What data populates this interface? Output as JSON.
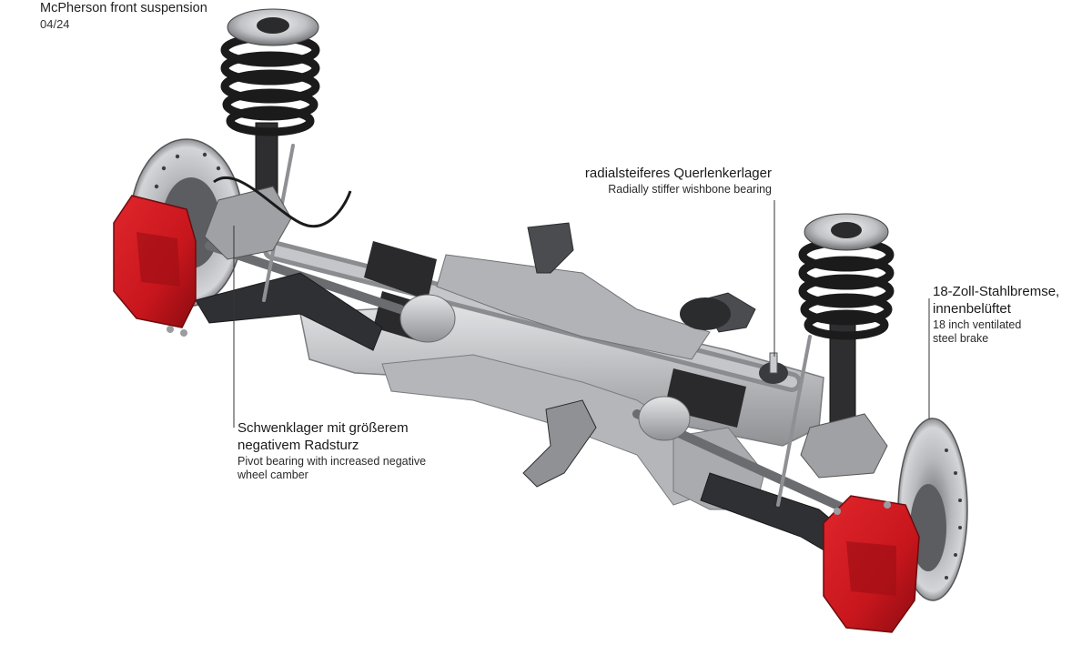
{
  "header": {
    "title": "McPherson front suspension",
    "date": "04/24"
  },
  "callouts": {
    "wishbone_bearing": {
      "de": "radialsteiferes Querlenkerlager",
      "en": "Radially stiffer wishbone bearing"
    },
    "brake": {
      "de_line1": "18-Zoll-Stahlbremse,",
      "de_line2": "innenbelüftet",
      "en_line1": "18 inch ventilated",
      "en_line2": "steel brake"
    },
    "pivot_bearing": {
      "de_line1": "Schwenklager mit größerem",
      "de_line2": "negativem Radsturz",
      "en_line1": "Pivot bearing with increased negative",
      "en_line2": "wheel camber"
    }
  },
  "colors": {
    "caliper_red": "#c8161d",
    "subframe_silver": "#c9cbce",
    "spring_black": "#1b1b1b",
    "strut_dark": "#2e2e30",
    "disc_grey": "#a7a9ac"
  }
}
